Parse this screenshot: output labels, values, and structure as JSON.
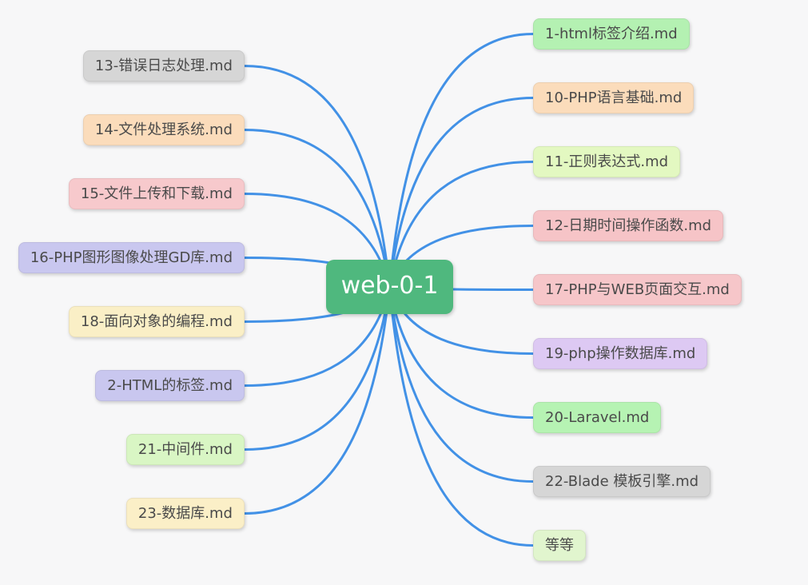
{
  "root": {
    "label": "web-0-1",
    "bg": "#4fb87e",
    "text_color": "#ffffff"
  },
  "nodes": {
    "left": [
      {
        "label": "13-错误日志处理.md",
        "bg": "#d6d6d6"
      },
      {
        "label": "14-文件处理系统.md",
        "bg": "#fbdcbb"
      },
      {
        "label": "15-文件上传和下载.md",
        "bg": "#f7c9cc"
      },
      {
        "label": "16-PHP图形图像处理GD库.md",
        "bg": "#c9c7ef"
      },
      {
        "label": "18-面向对象的编程.md",
        "bg": "#faefc6"
      },
      {
        "label": "2-HTML的标签.md",
        "bg": "#c9c7ef"
      },
      {
        "label": "21-中间件.md",
        "bg": "#d9f6c4"
      },
      {
        "label": "23-数据库.md",
        "bg": "#fbefc7"
      }
    ],
    "right": [
      {
        "label": "1-html标签介绍.md",
        "bg": "#b4f1b2"
      },
      {
        "label": "10-PHP语言基础.md",
        "bg": "#fbdcbb"
      },
      {
        "label": "11-正则表达式.md",
        "bg": "#e3f8c1"
      },
      {
        "label": "12-日期时间操作函数.md",
        "bg": "#f6c4c7"
      },
      {
        "label": "17-PHP与WEB页面交互.md",
        "bg": "#f6c6c9"
      },
      {
        "label": "19-php操作数据库.md",
        "bg": "#ddc9f3"
      },
      {
        "label": "20-Laravel.md",
        "bg": "#b6f3b3"
      },
      {
        "label": "22-Blade 模板引擎.md",
        "bg": "#d6d6d6"
      },
      {
        "label": "等等",
        "bg": "#e1f5ce"
      }
    ]
  },
  "colors": {
    "line": "#4291e6",
    "background": "#f7f7f8",
    "node_text": "#4a4a4a"
  }
}
